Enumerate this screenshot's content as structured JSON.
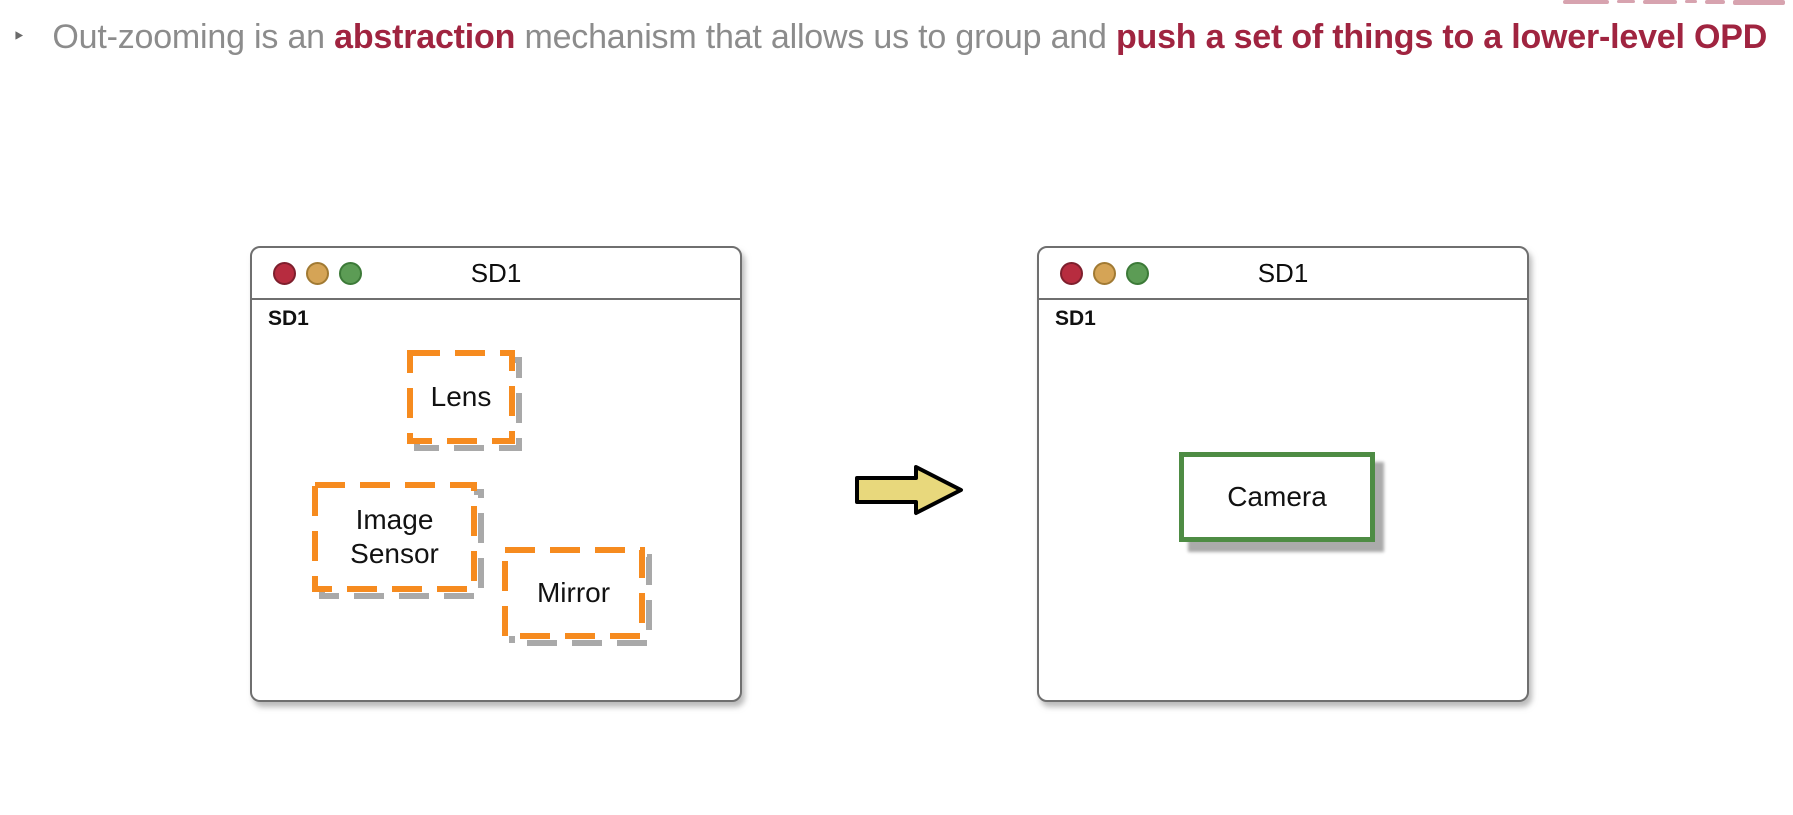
{
  "bullet_line": {
    "bullet": "‣",
    "segments": [
      {
        "text": "Out-zooming is an ",
        "style": "gray"
      },
      {
        "text": "abstraction",
        "style": "red"
      },
      {
        "text": " mechanism that allows us to group and ",
        "style": "gray"
      },
      {
        "text": "push a set of things to a lower-level OPD",
        "style": "red"
      }
    ]
  },
  "left_window": {
    "title": "SD1",
    "canvas_label": "SD1",
    "traffic_lights": [
      "close",
      "minimize",
      "zoom"
    ],
    "boxes": [
      {
        "id": "lens",
        "label": "Lens",
        "style": "dashed-orange"
      },
      {
        "id": "image-sensor",
        "label": "Image Sensor",
        "style": "dashed-orange"
      },
      {
        "id": "mirror",
        "label": "Mirror",
        "style": "dashed-orange"
      }
    ]
  },
  "right_window": {
    "title": "SD1",
    "canvas_label": "SD1",
    "traffic_lights": [
      "close",
      "minimize",
      "zoom"
    ],
    "boxes": [
      {
        "id": "camera",
        "label": "Camera",
        "style": "solid-green"
      }
    ]
  },
  "arrow": {
    "direction": "right",
    "fill": "#E8D87C",
    "stroke": "#000000"
  },
  "colors": {
    "text_gray": "#8C8C8C",
    "accent_red": "#A02440",
    "object_orange": "#F68B1F",
    "object_green": "#4E8C44",
    "shadow_gray": "#A9A9A9",
    "traffic_red": "#B72C3F",
    "traffic_yellow": "#D5A456",
    "traffic_green": "#5C9C55"
  }
}
